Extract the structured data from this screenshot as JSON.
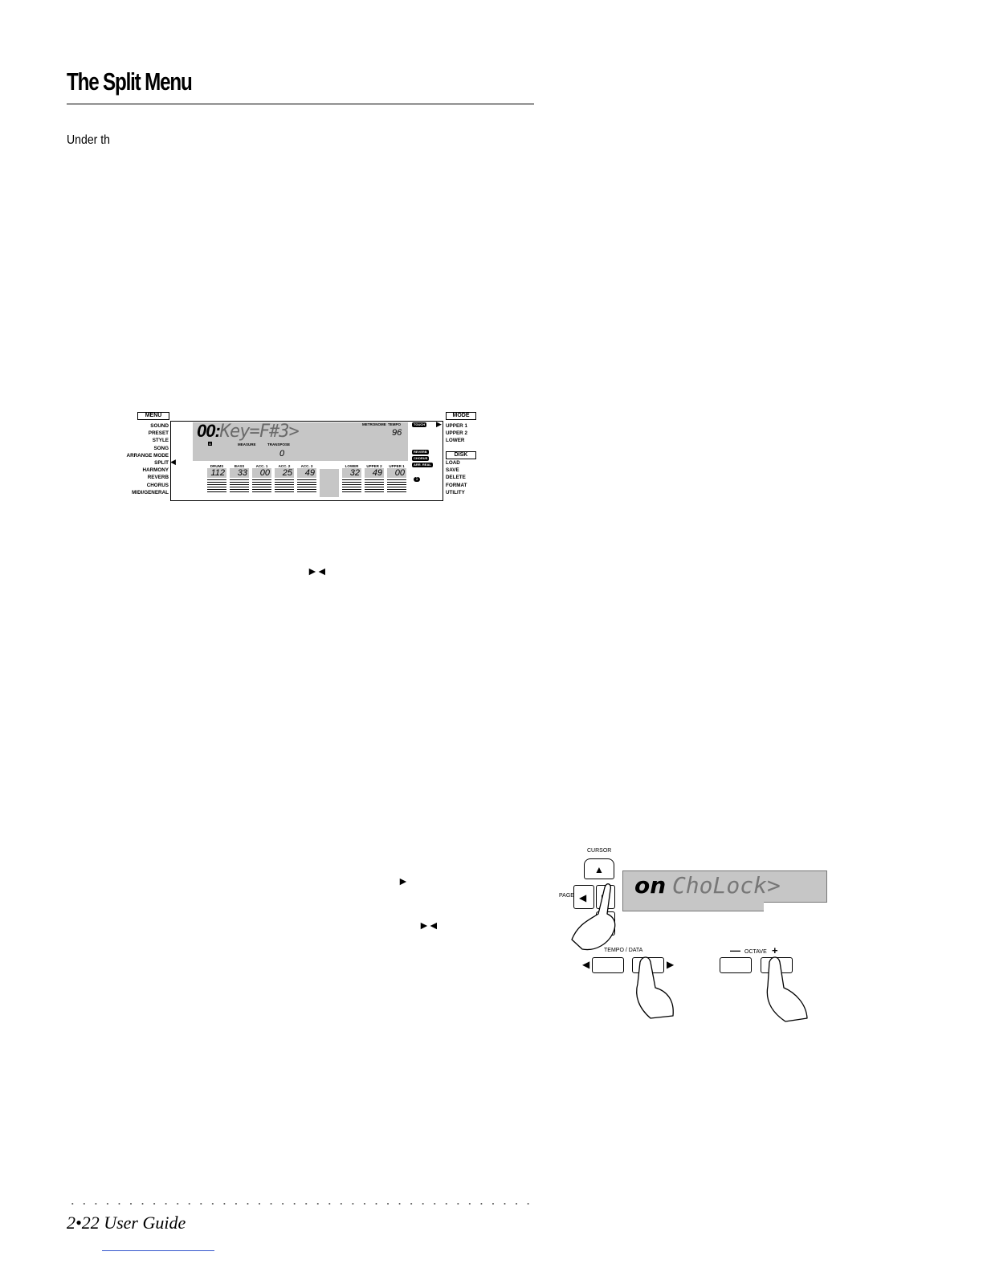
{
  "heading": {
    "title": "The Split Menu"
  },
  "intro": "Under th",
  "lcd_figure": {
    "menu_label": "MENU",
    "menu_items": [
      "SOUND",
      "PRESET",
      "STYLE",
      "SONG",
      "ARRANGE MODE",
      "SPLIT",
      "HARMONY",
      "REVERB",
      "CHORUS",
      "MIDI/GENERAL"
    ],
    "menu_pointer": "◀",
    "main_left": "00:",
    "main_right": "Key=F#3>",
    "metronome_label": "METRONOME",
    "tempo_label": "TEMPO",
    "tempo_value": "96",
    "a_label": "A",
    "measure_label": "MEASURE",
    "transpose_label": "TRANSPOSE",
    "transpose_value": "0",
    "channels": [
      {
        "name": "DRUMS",
        "value": "112"
      },
      {
        "name": "BASS",
        "value": "33"
      },
      {
        "name": "ACC. 1",
        "value": "00"
      },
      {
        "name": "ACC. 2",
        "value": "25"
      },
      {
        "name": "ACC. 3",
        "value": "49"
      },
      {
        "name": "LOWER",
        "value": "32"
      },
      {
        "name": "UPPER 2",
        "value": "49"
      },
      {
        "name": "UPPER 1",
        "value": "00"
      }
    ],
    "touch_label": "TOUCH",
    "reverb_label": "REVERB",
    "chorus_label": "CHORUS",
    "arr_label": "ARR. REAL",
    "num_badge": "1",
    "mode_label": "MODE",
    "mode_pointer": "▶",
    "mode_items": [
      "UPPER 1",
      "UPPER 2",
      "LOWER"
    ],
    "disk_label": "DISK",
    "disk_items": [
      "LOAD",
      "SAVE",
      "DELETE",
      "FORMAT",
      "UTILITY"
    ]
  },
  "markers": {
    "both": "►◄",
    "right": "►"
  },
  "panel_figure": {
    "cursor_label": "CURSOR",
    "page_label": "PAGE",
    "lcd_on": "on",
    "lcd_rest": "ChoLock>",
    "tempo_label": "TEMPO / DATA",
    "octave_label": "OCTAVE",
    "minus": "—",
    "plus": "+",
    "up_arrow": "▲",
    "left_arrow": "◀",
    "right_arrow": "▶"
  },
  "footer": {
    "page": "2•22   User Guide"
  }
}
